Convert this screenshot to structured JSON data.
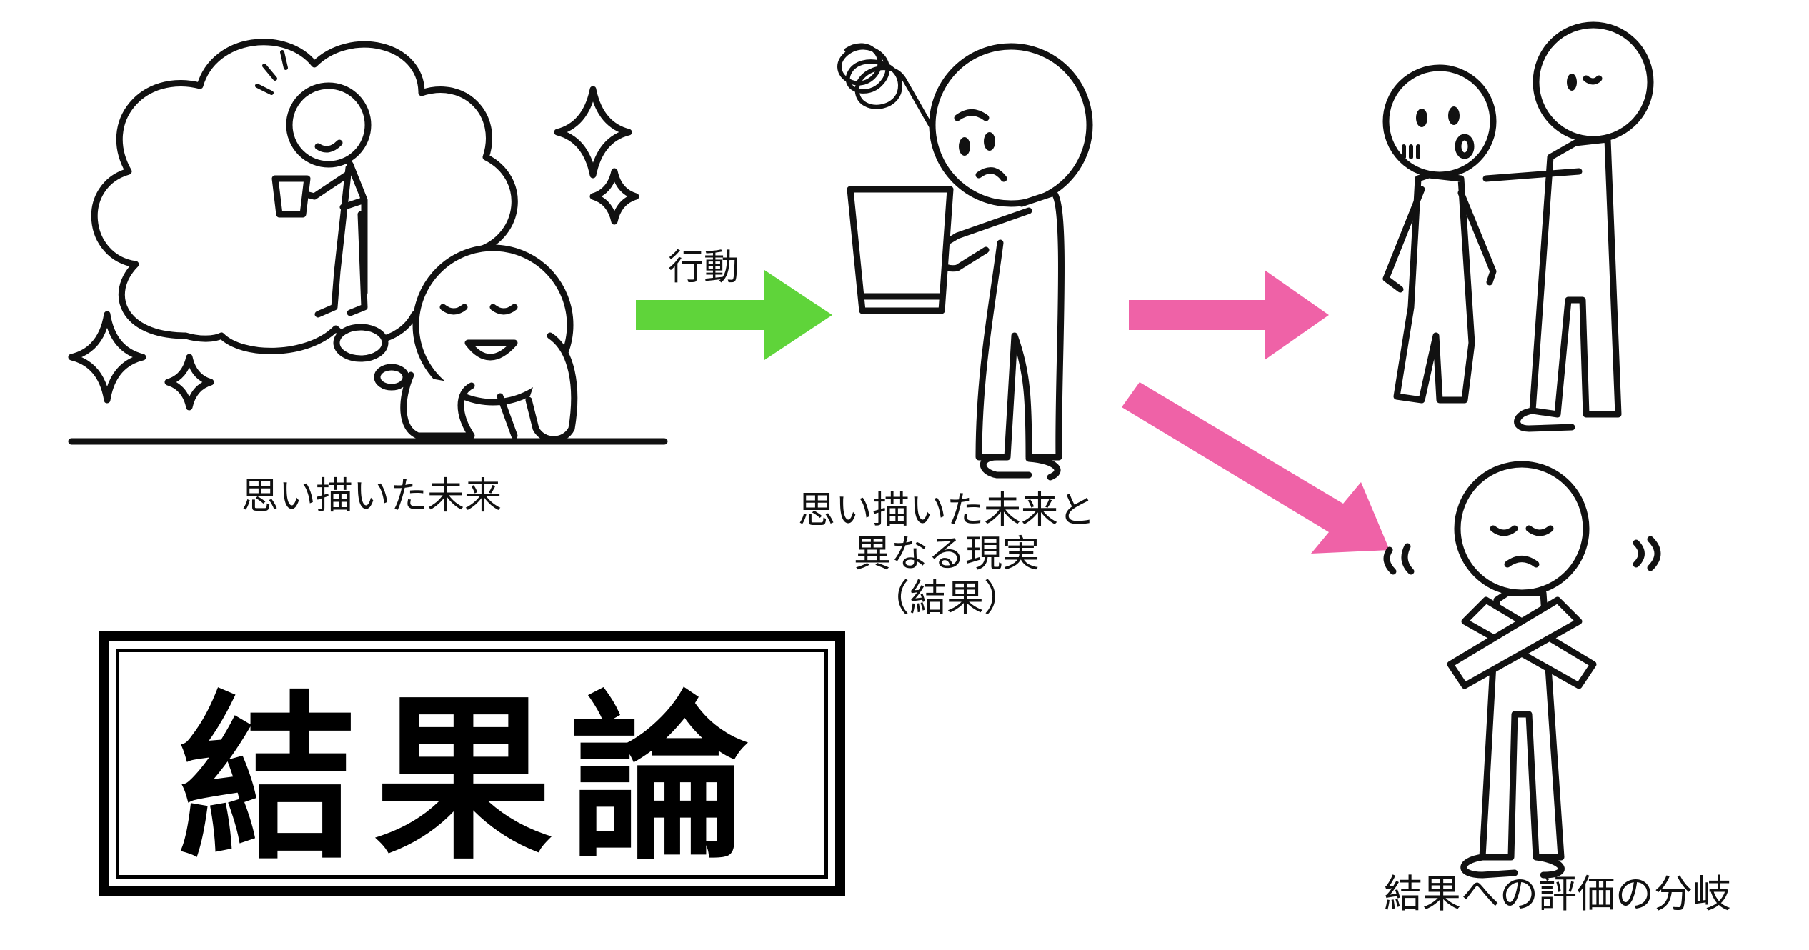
{
  "title": "結果論",
  "labels": {
    "imagined_future": "思い描いた未来",
    "action": "行動",
    "result_line1": "思い描いた未来と",
    "result_line2": "異なる現実",
    "result_line3": "（結果）",
    "divergence": "結果への評価の分岐"
  },
  "colors": {
    "action_arrow": "#5fd43a",
    "branch_arrow": "#ef62a7",
    "ink": "#111111"
  },
  "icons": [
    "thought-bubble-icon",
    "sparkle-icon",
    "scribble-icon",
    "cup-icon"
  ]
}
